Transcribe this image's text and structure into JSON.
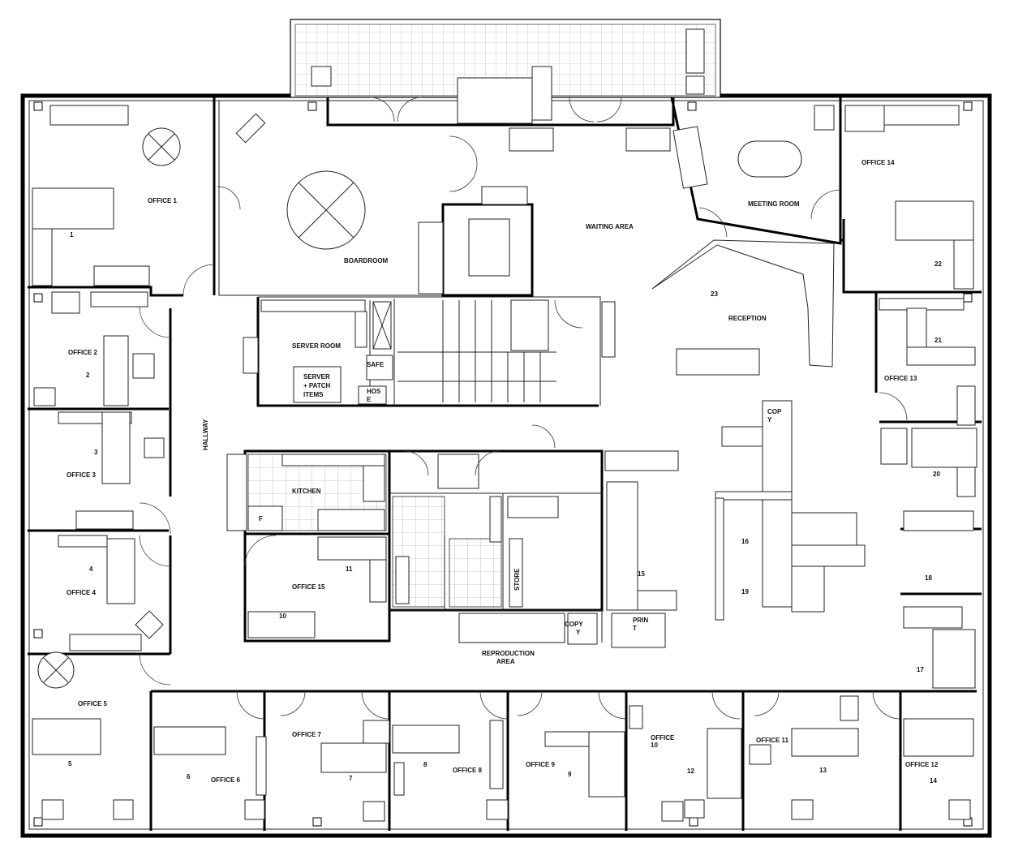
{
  "rooms": {
    "office1": "OFFICE 1",
    "office2": "OFFICE 2",
    "office3": "OFFICE 3",
    "office4": "OFFICE 4",
    "office5": "OFFICE 5",
    "office6": "OFFICE 6",
    "office7": "OFFICE 7",
    "office8": "OFFICE 8",
    "office9": "OFFICE 9",
    "office10a": "OFFICE",
    "office10b": "10",
    "office11": "OFFICE 11",
    "office12": "OFFICE 12",
    "office13": "OFFICE 13",
    "office14": "OFFICE 14",
    "office15": "OFFICE 15",
    "boardroom": "BOARDROOM",
    "waiting": "WAITING AREA",
    "meeting": "MEETING ROOM",
    "reception": "RECEPTION",
    "server": "SERVER ROOM",
    "safe": "SAFE",
    "serverItems1": "SERVER",
    "serverItems2": "+ PATCH",
    "serverItems3": "ITEMS",
    "hose1": "HOS",
    "hose2": "E",
    "hallway": "HALLWAY",
    "kitchen": "KITCHEN",
    "fridge": "F",
    "store": "STORE",
    "repro1": "REPRODUCTION",
    "repro2": "AREA",
    "copyA1": "COP",
    "copyA2": "Y",
    "copyB1": "COPY",
    "copyB2": "Y",
    "printer1": "PRIN",
    "printer2": "T"
  },
  "seats": {
    "s1": "1",
    "s2": "2",
    "s3": "3",
    "s4": "4",
    "s5": "5",
    "s6": "6",
    "s7": "7",
    "s8": "8",
    "s9": "9",
    "s10": "10",
    "s11": "11",
    "s12": "12",
    "s13": "13",
    "s14": "14",
    "s15": "15",
    "s16": "16",
    "s17": "17",
    "s18": "18",
    "s19": "19",
    "s20": "20",
    "s21": "21",
    "s22": "22",
    "s23": "23"
  }
}
